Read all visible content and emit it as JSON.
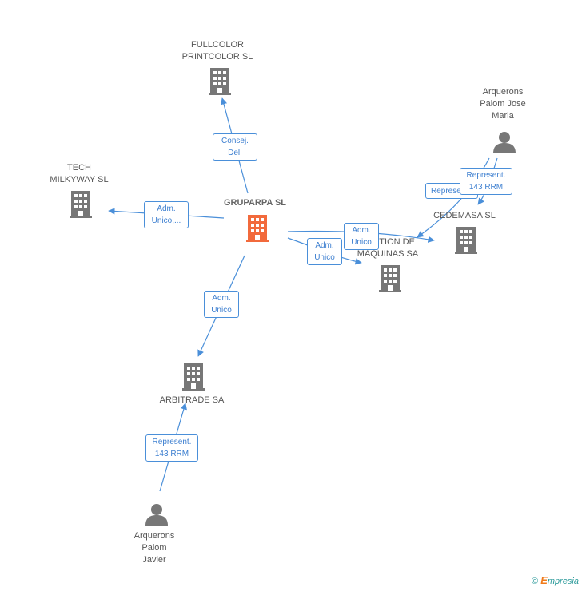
{
  "nodes": {
    "center": {
      "label": "GRUPARPA SL",
      "icon": "building-icon",
      "color": "#f26a3c"
    },
    "fullcolor": {
      "label": "FULLCOLOR\nPRINTCOLOR SL",
      "icon": "building-icon",
      "color": "#777777"
    },
    "tech": {
      "label": "TECH\nMILKYWAY SL",
      "icon": "building-icon",
      "color": "#777777"
    },
    "cedemasa": {
      "label": "CEDEMASA  SL",
      "icon": "building-icon",
      "color": "#777777"
    },
    "gestion": {
      "label": "GESTION DE\nMAQUINAS SA",
      "icon": "building-icon",
      "color": "#777777"
    },
    "arbitrade": {
      "label": "ARBITRADE SA",
      "icon": "building-icon",
      "color": "#777777"
    },
    "person_jose": {
      "label": "Arquerons\nPalom Jose\nMaria",
      "icon": "person-icon",
      "color": "#777777"
    },
    "person_javier": {
      "label": "Arquerons\nPalom\nJavier",
      "icon": "person-icon",
      "color": "#777777"
    }
  },
  "edges": {
    "consej": "Consej.\nDel.",
    "tech": "Adm.\nUnico,...",
    "cedemasa_adm": "Adm.\nUnico",
    "gestion_adm": "Adm.\nUnico",
    "arbitrade_adm": "Adm.\nUnico",
    "jose_repres_back": "Represent.",
    "jose_repres": "Represent.\n143 RRM",
    "javier_repres": "Represent.\n143 RRM"
  },
  "colors": {
    "edge": "#4a8fd9",
    "building": "#777777",
    "center": "#f26a3c"
  },
  "footer": {
    "copyright": "©",
    "brand_first": "E",
    "brand_rest": "mpresia"
  }
}
